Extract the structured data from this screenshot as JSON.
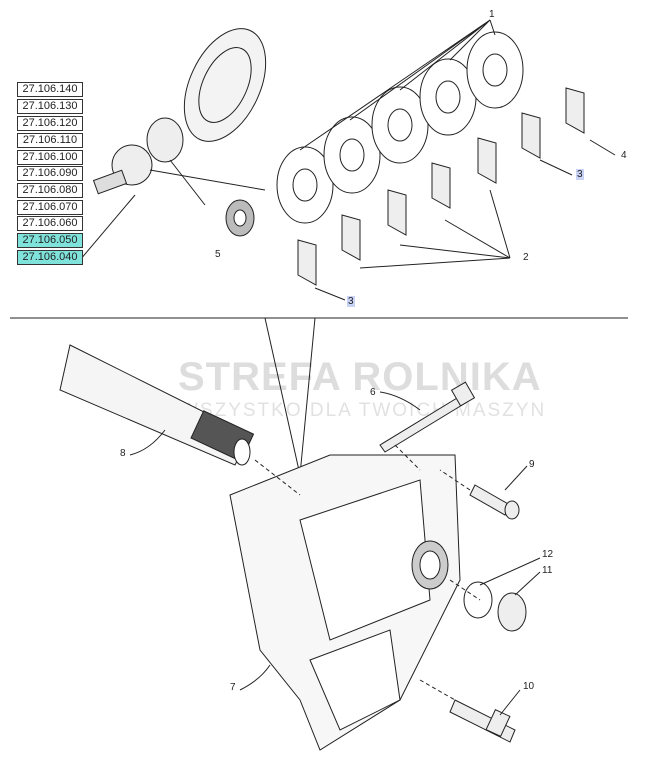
{
  "references": [
    {
      "code": "27.106.140",
      "highlighted": false
    },
    {
      "code": "27.106.130",
      "highlighted": false
    },
    {
      "code": "27.106.120",
      "highlighted": false
    },
    {
      "code": "27.106.110",
      "highlighted": false
    },
    {
      "code": "27.106.100",
      "highlighted": false
    },
    {
      "code": "27.106.090",
      "highlighted": false
    },
    {
      "code": "27.106.080",
      "highlighted": false
    },
    {
      "code": "27.106.070",
      "highlighted": false
    },
    {
      "code": "27.106.060",
      "highlighted": false
    },
    {
      "code": "27.106.050",
      "highlighted": true
    },
    {
      "code": "27.106.040",
      "highlighted": true
    }
  ],
  "callouts": {
    "c1": "1",
    "c2": "2",
    "c3a": "3",
    "c3b": "3",
    "c4": "4",
    "c5": "5",
    "c6": "6",
    "c7": "7",
    "c8": "8",
    "c9": "9",
    "c10": "10",
    "c11": "11",
    "c12": "12"
  },
  "watermark": {
    "title": "STREFA ROLNIKA",
    "subtitle": "WSZYSTKO DLA TWOICH MASZYN"
  },
  "colors": {
    "highlight_ref": "#7fe3dc",
    "highlight_callout": "#c9d3f5"
  }
}
